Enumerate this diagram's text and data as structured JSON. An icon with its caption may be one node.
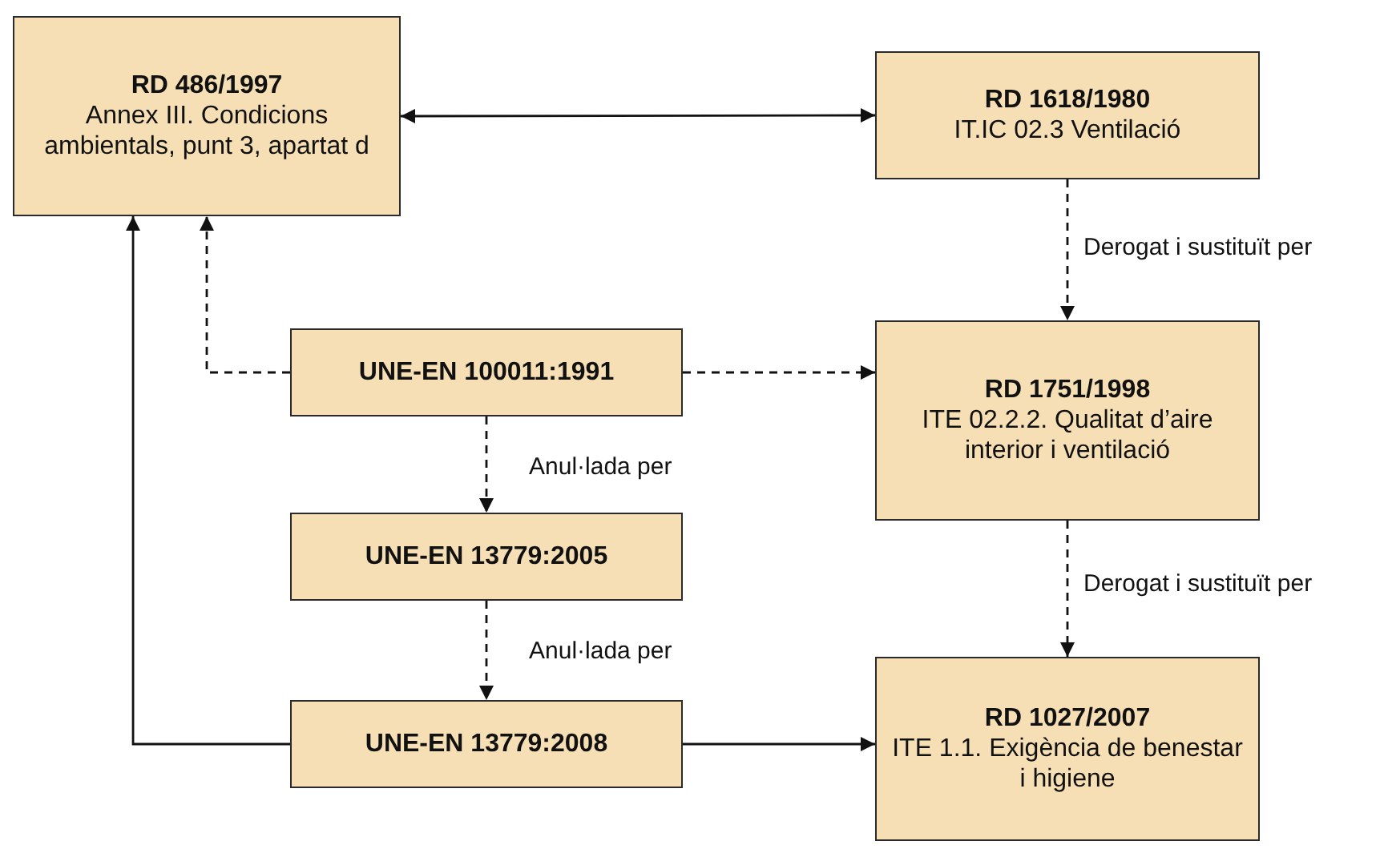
{
  "diagram": {
    "nodes": [
      {
        "text": [
          "RD 486/1997",
          "Annex III. Condicions ambientals, punt 3, apartat d"
        ]
      },
      {
        "text": [
          "RD 1618/1980",
          "IT.IC 02.3 Ventilació"
        ]
      },
      {
        "text": [
          "UNE-EN 100011:1991"
        ]
      },
      {
        "text": [
          "RD 1751/1998",
          "ITE 02.2.2. Qualitat d’aire interior i ventilació"
        ]
      },
      {
        "text": [
          "UNE-EN 13779:2005"
        ]
      },
      {
        "text": [
          "UNE-EN 13779:2008"
        ]
      },
      {
        "text": [
          "RD 1027/2007",
          "ITE 1.1. Exigència de benestar i higiene"
        ]
      }
    ],
    "edges": [
      {
        "from": 0,
        "to": 1,
        "arrow": "both"
      },
      {
        "from": 1,
        "to": 3,
        "arrow": "to",
        "style": "dashed",
        "label": "Derogat i sustituït per"
      },
      {
        "from": 3,
        "to": 6,
        "arrow": "to",
        "style": "dashed",
        "label": "Derogat i sustituït per"
      },
      {
        "from": 2,
        "to": 0,
        "arrow": "to",
        "style": "dashed"
      },
      {
        "from": 2,
        "to": 3,
        "arrow": "to",
        "style": "dashed"
      },
      {
        "from": 2,
        "to": 4,
        "arrow": "to",
        "style": "dashed",
        "label": "Anul·lada per"
      },
      {
        "from": 4,
        "to": 5,
        "arrow": "to",
        "style": "dashed",
        "label": "Anul·lada per"
      },
      {
        "from": 5,
        "to": 0,
        "arrow": "to"
      },
      {
        "from": 5,
        "to": 6,
        "arrow": "to"
      }
    ]
  }
}
